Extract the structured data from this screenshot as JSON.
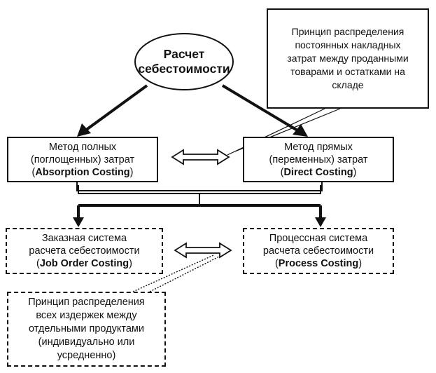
{
  "root": {
    "lines": [
      "Расчет",
      "себестоимости"
    ]
  },
  "note_fixed_costs": {
    "lines": [
      "Принцип распределения",
      "постоянных накладных",
      "затрат между проданными",
      "товарами и остатками на",
      "складе"
    ]
  },
  "method_absorption": {
    "lines": [
      "Метод полных",
      "(поглощенных) затрат"
    ],
    "en_open": "(",
    "en_name": "Absorption Costing",
    "en_close": ")"
  },
  "method_direct": {
    "lines": [
      "Метод прямых",
      "(переменных) затрат"
    ],
    "en_open": "(",
    "en_name": "Direct Costing",
    "en_close": ")"
  },
  "system_job_order": {
    "lines": [
      "Заказная система",
      "расчета себестоимости"
    ],
    "en_open": "(",
    "en_name": "Job Order Costing",
    "en_close": ")"
  },
  "system_process": {
    "lines": [
      "Процессная система",
      "расчета себестоимости"
    ],
    "en_open": "(",
    "en_name": "Process Costing",
    "en_close": ")"
  },
  "note_all_costs": {
    "lines": [
      "Принцип распределения",
      "всех издержек между",
      "отдельными продуктами",
      "(индивидуально или",
      "усредненно)"
    ]
  }
}
